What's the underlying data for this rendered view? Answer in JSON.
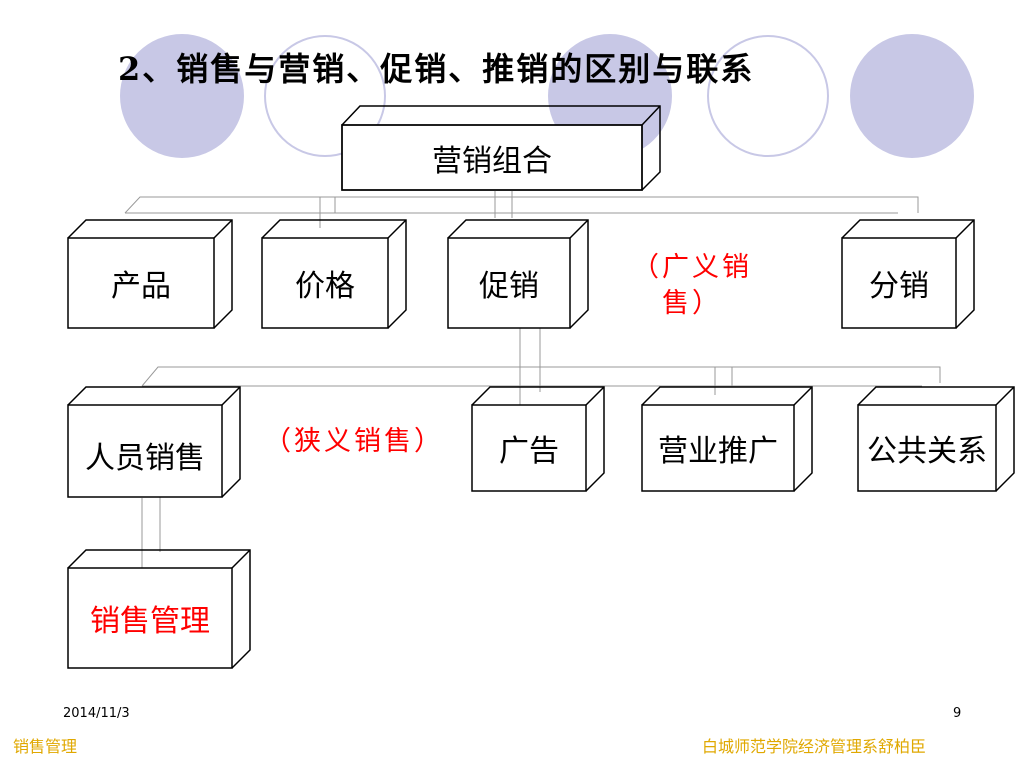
{
  "title": "2、销售与营销、促销、推销的区别与联系",
  "diagram": {
    "root": "营销组合",
    "level1": [
      "产品",
      "价格",
      "促销",
      "分销"
    ],
    "broad_note": "（广义销售）",
    "level2": [
      "人员销售",
      "广告",
      "营业推广",
      "公共关系"
    ],
    "narrow_note": "（狭义销售）",
    "level3": "销售管理"
  },
  "footer": {
    "date": "2014/11/3",
    "page": "9",
    "left": "销售管理",
    "right": "白城师范学院经济管理系舒柏臣"
  },
  "colors": {
    "deco_fill": "#c8c8e6",
    "deco_stroke": "#c8c8e6",
    "note": "#ff0000",
    "footer": "#e0a800"
  }
}
